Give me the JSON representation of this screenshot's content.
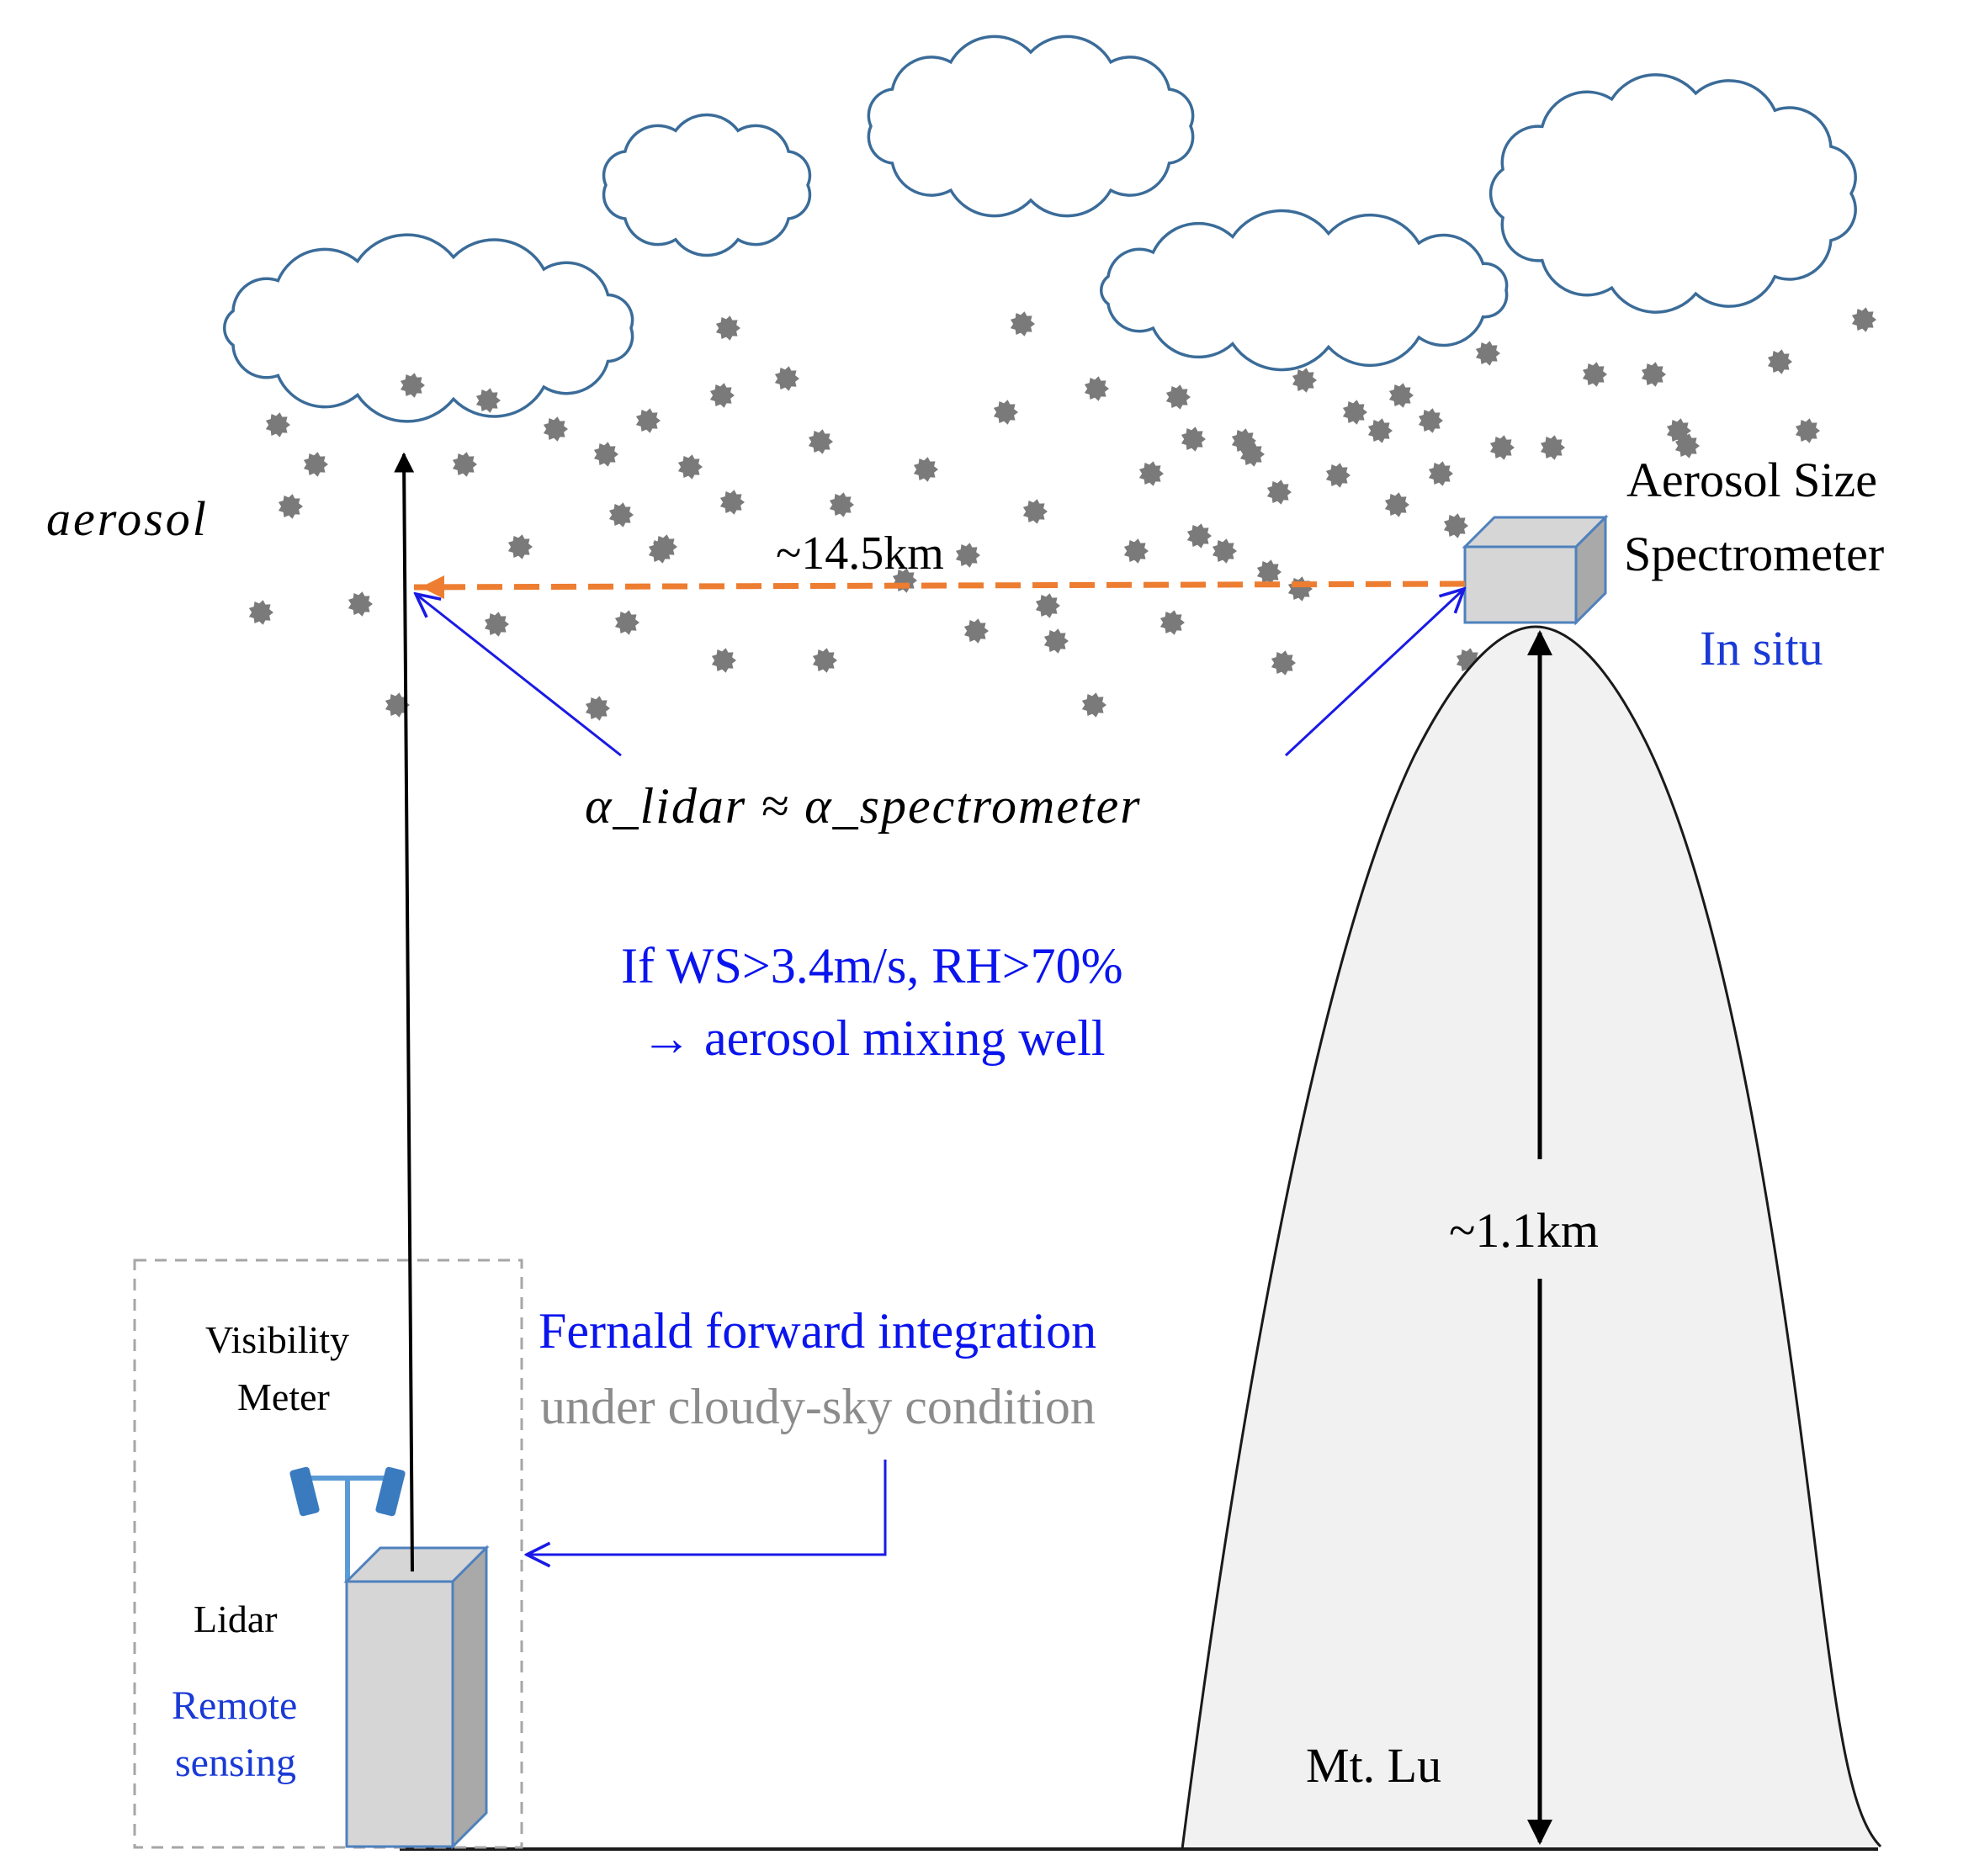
{
  "labels": {
    "aerosol": "aerosol",
    "distance": "~14.5km",
    "spectrometer_line1": "Aerosol Size",
    "spectrometer_line2": "Spectrometer",
    "in_situ": "In situ",
    "alpha_relation": "α_lidar ≈ α_spectrometer",
    "condition_line1": "If WS>3.4m/s, RH>70%",
    "condition_line2": "→ aerosol mixing well",
    "height": "~1.1km",
    "visibility_line1": "Visibility",
    "visibility_line2": "Meter",
    "lidar": "Lidar",
    "remote_line1": "Remote",
    "remote_line2": "sensing",
    "fernald_line1": "Fernald forward integration",
    "fernald_line2": "under cloudy-sky condition",
    "mountain": "Mt. Lu"
  },
  "colors": {
    "blue_text": "#0a14ee",
    "light_blue_text": "#1a3ad6",
    "gray_text": "#8c8c8c",
    "cloud_stroke": "#3b6c99",
    "aerosol_particle": "#7a7a7a",
    "dashed_path": "#ed7d31",
    "instrument_face": "#d6d6d6",
    "instrument_side": "#a9a9a9",
    "instrument_edge": "#4f81bd",
    "mountain_fill": "#f1f1f1",
    "annotation_arrow": "#1a1ae6"
  },
  "icons": {
    "lidar": "lidar-box-icon",
    "visibility_meter": "visibility-meter-icon",
    "spectrometer": "spectrometer-box-icon"
  }
}
